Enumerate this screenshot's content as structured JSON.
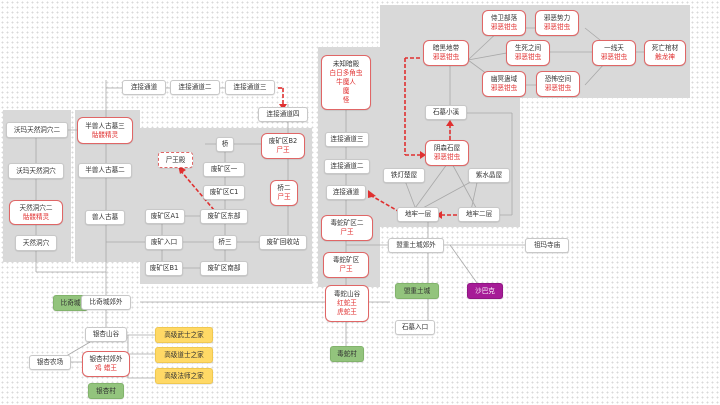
{
  "diagram_title": "",
  "colors": {
    "red_accent": "#e03030",
    "green": "#93c47d",
    "yellow": "#ffd966",
    "purple": "#a61c97",
    "panel": "#d9d9d9"
  },
  "nodes": {
    "wl_cave2": {
      "title": "沃玛天然洞穴二"
    },
    "wl_cave": {
      "title": "沃玛天然洞穴"
    },
    "natural_cave2": {
      "title": "天然洞穴二",
      "sub": "骷髅精灵"
    },
    "natural_cave": {
      "title": "天然洞穴"
    },
    "half_tomb3": {
      "title": "半兽人古墓三",
      "sub": "骷髅精灵"
    },
    "half_tomb2": {
      "title": "半兽人古墓二"
    },
    "half_tomb": {
      "title": "兽人古墓"
    },
    "passage1": {
      "title": "连接通道"
    },
    "passage2": {
      "title": "连接通道二"
    },
    "passage3": {
      "title": "连接通道三"
    },
    "passage4": {
      "title": "连接通道四"
    },
    "bridge": {
      "title": "桥"
    },
    "mine_b2": {
      "title": "废矿区B2",
      "sub": "尸王"
    },
    "zombie_hall": {
      "title": "尸王殿"
    },
    "mine_1": {
      "title": "废矿区一"
    },
    "mine_c1": {
      "title": "废矿区C1"
    },
    "bridge2": {
      "title": "桥二",
      "sub": "尸王"
    },
    "mine_a1": {
      "title": "废矿区A1"
    },
    "mine_east": {
      "title": "废矿区东部"
    },
    "mine_entrance": {
      "title": "废矿入口"
    },
    "bridge3": {
      "title": "桥三"
    },
    "mine_recycle": {
      "title": "废矿回收站"
    },
    "mine_b1": {
      "title": "废矿区B1"
    },
    "mine_south": {
      "title": "废矿区南部"
    },
    "unknown_hall": {
      "title": "未知暗殿",
      "lines": [
        "白日多角虫",
        "牛魔人",
        "魔",
        "怪"
      ]
    },
    "ch_passage3": {
      "title": "连接通道三"
    },
    "ch_passage2": {
      "title": "连接通道二"
    },
    "ch_passage": {
      "title": "连接通道"
    },
    "snake_mine2": {
      "title": "毒蛇矿区二",
      "sub": "尸王"
    },
    "snake_mine": {
      "title": "毒蛇矿区",
      "sub": "尸王"
    },
    "snake_valley": {
      "title": "毒蛇山谷",
      "lines": [
        "红蛇王",
        "虎蛇王"
      ]
    },
    "snake_village": {
      "title": "毒蛇村"
    },
    "evil_lair": {
      "title": "暗黑地带",
      "sub": "邪恶钳虫"
    },
    "guard_tribe": {
      "title": "侍卫部落",
      "sub": "邪恶钳虫"
    },
    "evil_force": {
      "title": "邪恶势力",
      "sub": "邪恶钳虫"
    },
    "life_death": {
      "title": "生死之间",
      "sub": "邪恶钳虫"
    },
    "heaven1": {
      "title": "一线天",
      "sub": "邪恶钳虫"
    },
    "death_coffin": {
      "title": "死亡棺材",
      "sub": "触龙神"
    },
    "ghost_domain": {
      "title": "幽冥蛊域",
      "sub": "邪恶钳虫"
    },
    "terror_space": {
      "title": "恐怖空间",
      "sub": "邪恶钳虫"
    },
    "stone_stream": {
      "title": "石墓小溪"
    },
    "dark_stone": {
      "title": "阴森石屋",
      "sub": "邪恶钳虫"
    },
    "iron_prison": {
      "title": "铁灯楚屋"
    },
    "purple_house": {
      "title": "紫水晶屋"
    },
    "dungeon1": {
      "title": "地牢一层"
    },
    "dungeon2": {
      "title": "地牢二层"
    },
    "bq_outskirts": {
      "title": "盟重土城郊外"
    },
    "wm_temple": {
      "title": "祖玛寺庙"
    },
    "bq_city": {
      "title": "盟重土城"
    },
    "sabak": {
      "title": "沙巴克"
    },
    "stone_entrance": {
      "title": "石墓入口"
    },
    "bq_fort": {
      "title": "比奇城"
    },
    "bq_fort_out": {
      "title": "比奇城郊外"
    },
    "bq_valley": {
      "title": "银杏山谷"
    },
    "bq_farm": {
      "title": "银杏农场"
    },
    "bq_village_out": {
      "title": "银杏村郊外",
      "sub": "鸡 蜡王"
    },
    "bq_village": {
      "title": "银杏村"
    },
    "warrior_home": {
      "title": "高级武士之家"
    },
    "taoist_home": {
      "title": "高级道士之家"
    },
    "mage_home": {
      "title": "高级法师之家"
    }
  }
}
